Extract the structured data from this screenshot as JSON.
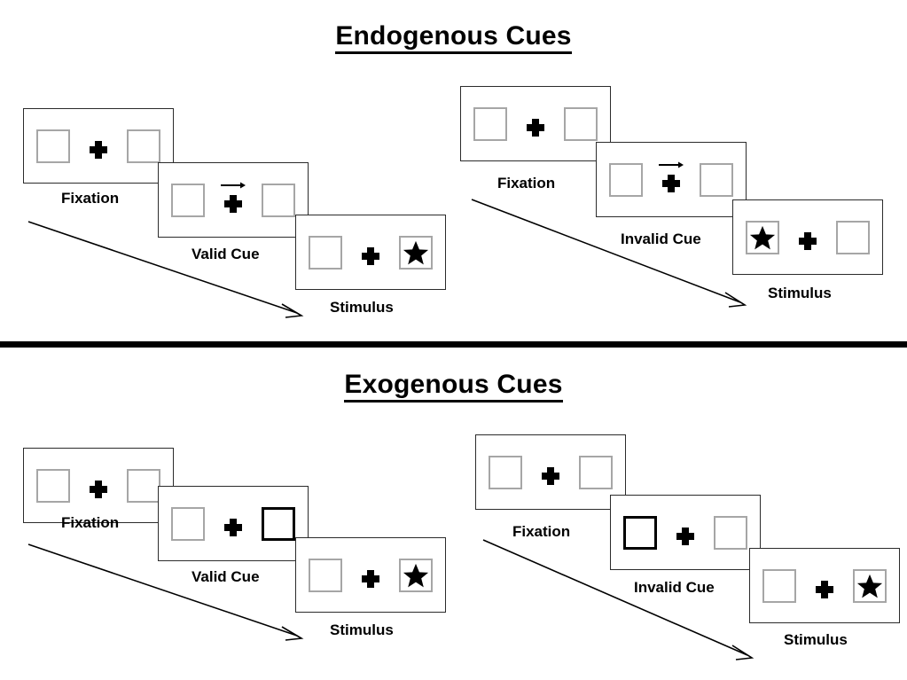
{
  "sections": [
    {
      "id": "endogenous",
      "title": "Endogenous Cues",
      "groups": [
        {
          "id": "endogenous-valid",
          "panels": [
            {
              "label": "Fixation",
              "cue": "none",
              "target": "none"
            },
            {
              "label": "Valid Cue",
              "cue": "arrow-right",
              "target": "none"
            },
            {
              "label": "Stimulus",
              "cue": "none",
              "target": "right"
            }
          ]
        },
        {
          "id": "endogenous-invalid",
          "panels": [
            {
              "label": "Fixation",
              "cue": "none",
              "target": "none"
            },
            {
              "label": "Invalid Cue",
              "cue": "arrow-right",
              "target": "none"
            },
            {
              "label": "Stimulus",
              "cue": "none",
              "target": "left"
            }
          ]
        }
      ]
    },
    {
      "id": "exogenous",
      "title": "Exogenous Cues",
      "groups": [
        {
          "id": "exogenous-valid",
          "panels": [
            {
              "label": "Fixation",
              "cue": "none",
              "target": "none"
            },
            {
              "label": "Valid Cue",
              "cue": "box-right",
              "target": "none"
            },
            {
              "label": "Stimulus",
              "cue": "none",
              "target": "right"
            }
          ]
        },
        {
          "id": "exogenous-invalid",
          "panels": [
            {
              "label": "Fixation",
              "cue": "none",
              "target": "none"
            },
            {
              "label": "Invalid Cue",
              "cue": "box-left",
              "target": "none"
            },
            {
              "label": "Stimulus",
              "cue": "none",
              "target": "right"
            }
          ]
        }
      ]
    }
  ],
  "colors": {
    "box_outline": "#a6a6a6",
    "cued_box_outline": "#000000",
    "panel_outline": "#2b2b2b",
    "ink": "#000000",
    "background": "#ffffff"
  }
}
